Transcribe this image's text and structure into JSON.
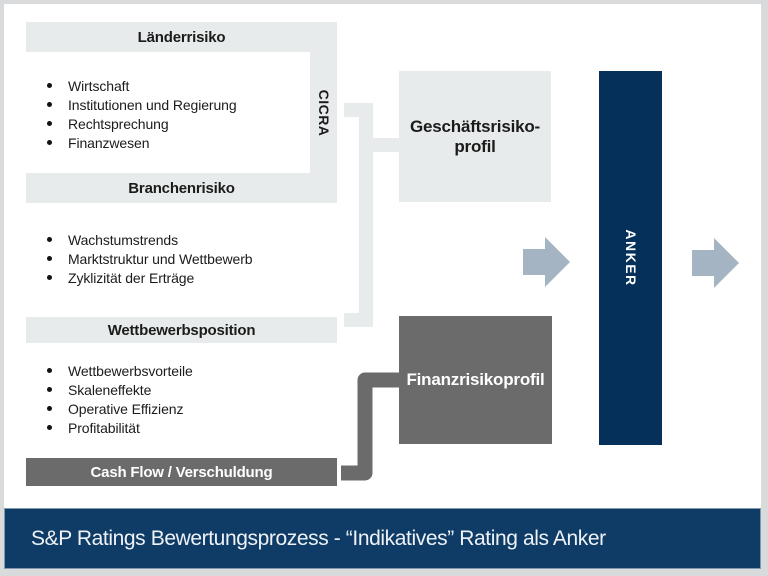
{
  "colors": {
    "light_panel": "#e8ebeb",
    "dark_panel": "#6b6b6b",
    "anchor_navy": "#043059",
    "footer_navy": "#0f3c66",
    "arrow_blue_gray": "#a5b4c3",
    "page_border_gray": "#d8dadb",
    "text_dark": "#1b1b1b",
    "text_white": "#ffffff"
  },
  "panels": {
    "country_risk": {
      "title": "Länderrisiko",
      "items": [
        "Wirtschaft",
        "Institutionen und Regierung",
        "Rechtsprechung",
        "Finanzwesen"
      ]
    },
    "industry_risk": {
      "title": "Branchenrisiko",
      "items": [
        "Wachstumstrends",
        "Marktstruktur und Wettbewerb",
        "Zyklizität der Erträge"
      ]
    },
    "competitive_position": {
      "title": "Wettbewerbsposition",
      "items": [
        "Wettbewerbsvorteile",
        "Skaleneffekte",
        "Operative Effizienz",
        "Profitabilität"
      ]
    },
    "cash_flow": {
      "title": "Cash Flow / Verschuldung"
    }
  },
  "labels": {
    "cicra": "CICRA",
    "business_risk_line1": "Geschäftsrisiko-",
    "business_risk_line2": "profil",
    "financial_risk": "Finanzrisikoprofil",
    "anchor": "ANKER"
  },
  "footer": {
    "title": "S&P Ratings Bewertungsprozess - “Indikatives” Rating als Anker"
  }
}
